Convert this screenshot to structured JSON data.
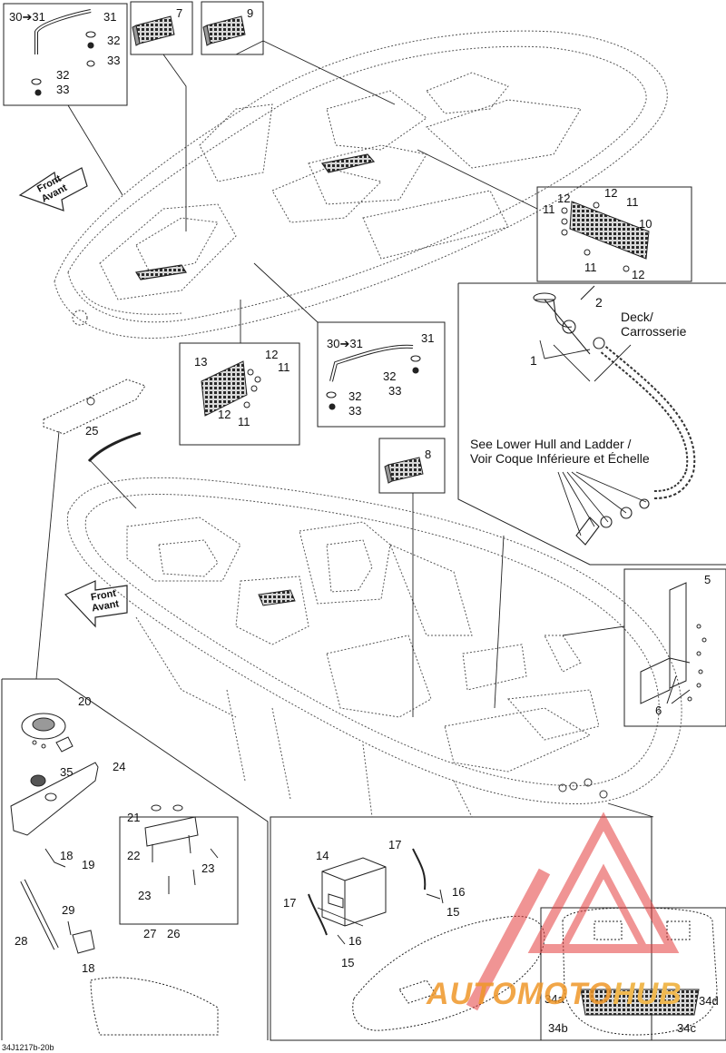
{
  "figure_id": "34J1217b-20b",
  "watermark": {
    "text_part1": "AUTOMOTO",
    "text_part2": "HUB",
    "color_main": "#f0a032",
    "color_triangle": "#e43d3d"
  },
  "front_arrow": {
    "line1": "Front",
    "line2": "Avant"
  },
  "notes": {
    "deck_line1": "Deck/",
    "deck_line2": "Carrosserie",
    "see_line1": "See Lower Hull and Ladder /",
    "see_line2": "Voir Coque Inférieure et Échelle"
  },
  "callouts": {
    "c1": "1",
    "c2": "2",
    "c5": "5",
    "c6": "6",
    "c7": "7",
    "c8": "8",
    "c9": "9",
    "c10": "10",
    "c11": "11",
    "c12": "12",
    "c13": "13",
    "c14": "14",
    "c15": "15",
    "c16": "16",
    "c17": "17",
    "c18": "18",
    "c19": "19",
    "c20": "20",
    "c21": "21",
    "c22": "22",
    "c23": "23",
    "c24": "24",
    "c25": "25",
    "c26": "26",
    "c27": "27",
    "c28": "28",
    "c29": "29",
    "c3031": "30➔31",
    "c31": "31",
    "c32": "32",
    "c33": "33",
    "c34a": "34a",
    "c34b": "34b",
    "c34c": "34c",
    "c34d": "34d",
    "c35": "35"
  },
  "colors": {
    "line": "#222222",
    "dash": "#555555",
    "panel_fill": "#3c3c3c"
  }
}
